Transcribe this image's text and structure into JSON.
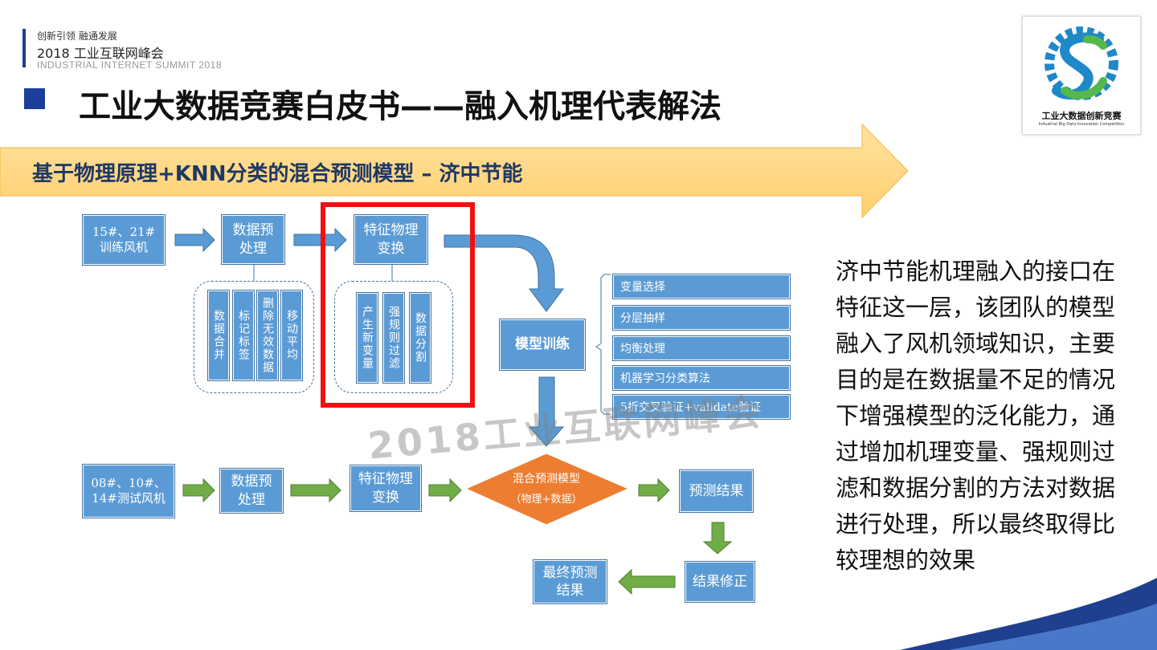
{
  "header": {
    "slogan": "创新引领  融通发展",
    "summit": "2018 工业互联网峰会",
    "summit_en": "INDUSTRIAL INTERNET SUMMIT 2018"
  },
  "title": "工业大数据竞赛白皮书——融入机理代表解法",
  "banner": "基于物理原理+KNN分类的混合预测模型 – 济中节能",
  "logo": {
    "title": "工业大数据创新竞赛",
    "subtitle": "Industrial Big Data Innovation Competition"
  },
  "training_flow": {
    "input": "15#、21#\n训练风机",
    "preprocess": "数据预\n处理",
    "feature": "特征物理\n变换",
    "preprocess_steps": [
      "数据合并",
      "标记标签",
      "删除无效数据",
      "移动平均"
    ],
    "feature_steps": [
      "产生新变量",
      "强规则过滤",
      "数据分割"
    ],
    "model_training": "模型训练",
    "options": [
      "变量选择",
      "分层抽样",
      "均衡处理",
      "机器学习分类算法",
      "5折交叉验证+validate验证"
    ]
  },
  "test_flow": {
    "input": "08#、10#、\n14#测试风机",
    "preprocess": "数据预\n处理",
    "feature": "特征物理\n变换",
    "hybrid_model": "混合预测模型",
    "hybrid_model_sub": "（物理+数据）",
    "prediction": "预测结果",
    "correction": "结果修正",
    "final": "最终预测\n结果"
  },
  "watermark": "2018工业互联网峰会",
  "description": "济中节能机理融入的接口在特征这一层，该团队的模型融入了风机领域知识，主要目的是在数据量不足的情况下增强模型的泛化能力，通过增加机理变量、强规则过滤和数据分割的方法对数据进行处理，所以最终取得比较理想的效果",
  "colors": {
    "box_fill": "#5b9bd5",
    "box_border": "#41719c",
    "arrow_blue": "#5b9bd5",
    "arrow_green": "#70ad47",
    "diamond": "#ed7d31",
    "highlight": "#ee1111",
    "banner": "#ffd785",
    "banner_text": "#1f3864",
    "title_square": "#1a3e9a"
  }
}
